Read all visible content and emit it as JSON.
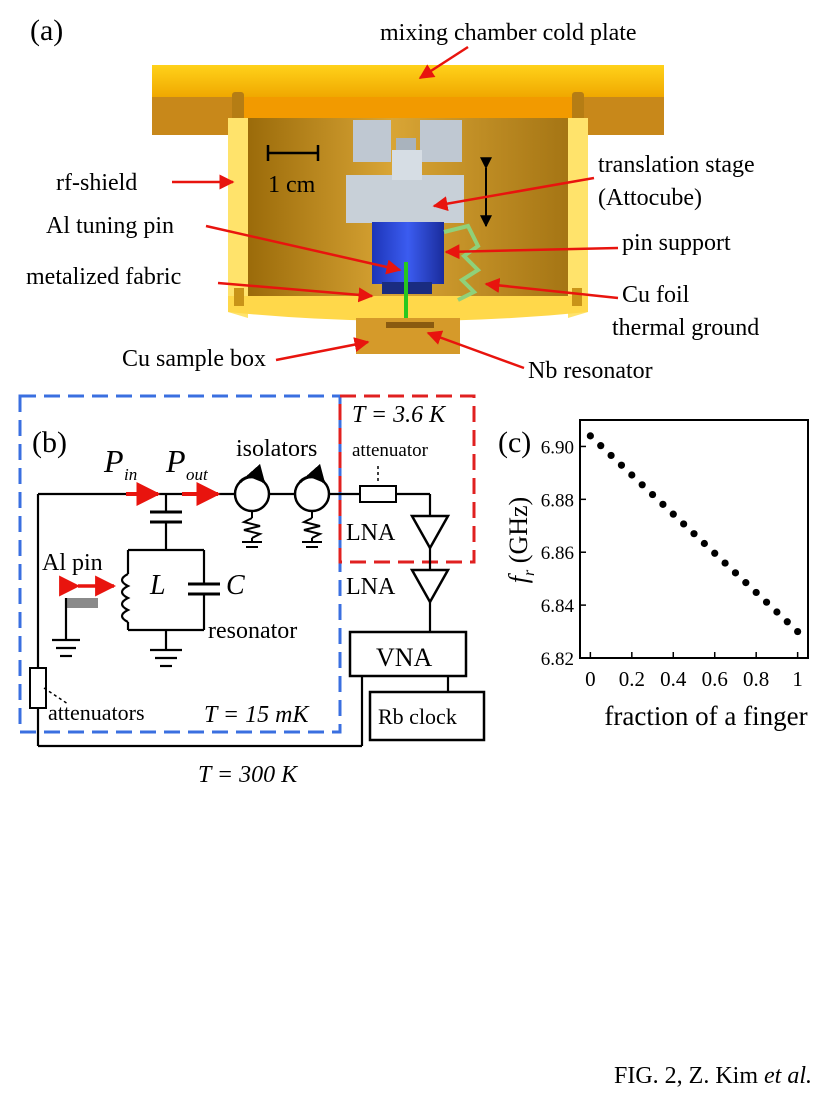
{
  "panel_a": {
    "label": "(a)",
    "mixing_chamber": "mixing chamber cold plate",
    "rf_shield": "rf-shield",
    "scale_bar": "1 cm",
    "translation_stage_1": "translation stage",
    "translation_stage_2": "(Attocube)",
    "tuning_pin": "Al tuning pin",
    "pin_support": "pin support",
    "metalized_fabric": "metalized fabric",
    "cu_foil_1": "Cu foil",
    "cu_foil_2": "thermal ground",
    "sample_box": "Cu sample box",
    "nb_resonator": "Nb resonator"
  },
  "panel_b": {
    "label": "(b)",
    "p_in": "P",
    "p_in_sub": "in",
    "p_out": "P",
    "p_out_sub": "out",
    "isolators": "isolators",
    "temp_36": "T = 3.6 K",
    "attenuator": "attenuator",
    "lna1": "LNA",
    "lna2": "LNA",
    "al_pin": "Al pin",
    "L": "L",
    "C": "C",
    "resonator": "resonator",
    "vna": "VNA",
    "rb_clock": "Rb clock",
    "attenuators": "attenuators",
    "temp_15": "T = 15 mK",
    "temp_300": "T = 300 K"
  },
  "panel_c": {
    "label": "(c)"
  },
  "chart_data": {
    "type": "scatter",
    "xlabel": "fraction of a finger",
    "ylabel": "f_r (GHz)",
    "xlim": [
      -0.05,
      1.05
    ],
    "ylim": [
      6.82,
      6.91
    ],
    "xticks": [
      "0",
      "0.2",
      "0.4",
      "0.6",
      "0.8",
      "1"
    ],
    "yticks": [
      "6.82",
      "6.84",
      "6.86",
      "6.88",
      "6.90"
    ],
    "x": [
      0,
      0.05,
      0.1,
      0.15,
      0.2,
      0.25,
      0.3,
      0.35,
      0.4,
      0.45,
      0.5,
      0.55,
      0.6,
      0.65,
      0.7,
      0.75,
      0.8,
      0.85,
      0.9,
      0.95,
      1.0
    ],
    "y": [
      6.904,
      6.9003,
      6.8966,
      6.8929,
      6.8892,
      6.8855,
      6.8818,
      6.8781,
      6.8744,
      6.8707,
      6.867,
      6.8633,
      6.8596,
      6.8559,
      6.8522,
      6.8485,
      6.8448,
      6.8411,
      6.8374,
      6.8337,
      6.83
    ],
    "grid": false
  },
  "caption": {
    "prefix": "FIG. 2, Z. Kim ",
    "suffix": "et al."
  },
  "colors": {
    "gold": "#e8b21e",
    "orange": "#f29a00",
    "blue_dash": "#3a6fe0",
    "red_dash": "#e02020",
    "arrow_red": "#e8140e",
    "pin_green": "#27c81e"
  }
}
